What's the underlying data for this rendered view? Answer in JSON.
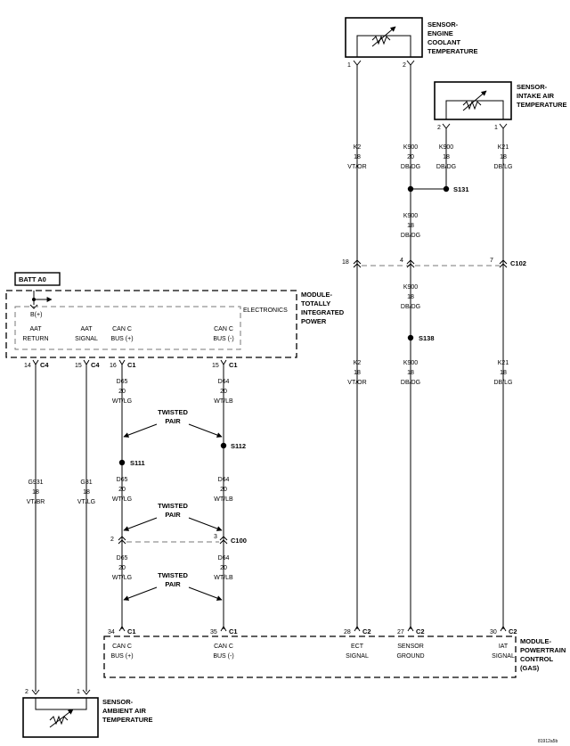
{
  "sensors": {
    "ect": [
      "SENSOR-",
      "ENGINE",
      "COOLANT",
      "TEMPERATURE"
    ],
    "iat": [
      "SENSOR-",
      "INTAKE AIR",
      "TEMPERATURE"
    ],
    "aat": [
      "SENSOR-",
      "AMBIENT AIR",
      "TEMPERATURE"
    ]
  },
  "modules": {
    "tipm": [
      "MODULE-",
      "TOTALLY",
      "INTEGRATED",
      "POWER"
    ],
    "pcm": [
      "MODULE-",
      "POWERTRAIN",
      "CONTROL",
      "(GAS)"
    ]
  },
  "batt": "BATT A0",
  "b_plus": "B(+)",
  "electronics": "ELECTRONICS",
  "tipm_pins": [
    {
      "l1": "AAT",
      "l2": "RETURN",
      "pin": "14",
      "conn": "C4"
    },
    {
      "l1": "AAT",
      "l2": "SIGNAL",
      "pin": "15",
      "conn": "C4"
    },
    {
      "l1": "CAN C",
      "l2": "BUS (+)",
      "pin": "16",
      "conn": "C1"
    },
    {
      "l1": "CAN C",
      "l2": "BUS (-)",
      "pin": "15",
      "conn": "C1"
    }
  ],
  "pcm_pins": [
    {
      "l1": "CAN C",
      "l2": "BUS (+)",
      "pin": "34",
      "conn": "C1"
    },
    {
      "l1": "CAN C",
      "l2": "BUS (-)",
      "pin": "35",
      "conn": "C1"
    },
    {
      "l1": "ECT",
      "l2": "SIGNAL",
      "pin": "28",
      "conn": "C2"
    },
    {
      "l1": "SENSOR",
      "l2": "GROUND",
      "pin": "27",
      "conn": "C2"
    },
    {
      "l1": "IAT",
      "l2": "SIGNAL",
      "pin": "30",
      "conn": "C2"
    }
  ],
  "sensor_pins": {
    "ect": [
      "1",
      "2"
    ],
    "iat": [
      "2",
      "1"
    ],
    "aat": [
      "2",
      "1"
    ]
  },
  "wires": [
    {
      "code": "K2",
      "gauge": "18",
      "color": "VT/OR"
    },
    {
      "code": "K900",
      "gauge": "20",
      "color": "DB/DG"
    },
    {
      "code": "K900",
      "gauge": "18",
      "color": "DB/DG"
    },
    {
      "code": "K21",
      "gauge": "18",
      "color": "DB/LG"
    },
    {
      "code": "K900",
      "gauge": "18",
      "color": "DB/DG"
    },
    {
      "code": "K900",
      "gauge": "18",
      "color": "DB/DG"
    },
    {
      "code": "K2",
      "gauge": "18",
      "color": "VT/OR"
    },
    {
      "code": "K900",
      "gauge": "18",
      "color": "DB/DG"
    },
    {
      "code": "K21",
      "gauge": "18",
      "color": "DB/LG"
    },
    {
      "code": "D65",
      "gauge": "20",
      "color": "WT/LG"
    },
    {
      "code": "D64",
      "gauge": "20",
      "color": "WT/LB"
    },
    {
      "code": "D65",
      "gauge": "20",
      "color": "WT/LG"
    },
    {
      "code": "D64",
      "gauge": "20",
      "color": "WT/LB"
    },
    {
      "code": "D65",
      "gauge": "20",
      "color": "WT/LG"
    },
    {
      "code": "D64",
      "gauge": "20",
      "color": "WT/LB"
    },
    {
      "code": "G931",
      "gauge": "18",
      "color": "VT/BR"
    },
    {
      "code": "G31",
      "gauge": "18",
      "color": "VT/LG"
    }
  ],
  "splices": [
    "S131",
    "S138",
    "S111",
    "S112"
  ],
  "connectors": {
    "c102": {
      "name": "C102",
      "pins": [
        "18",
        "4",
        "7"
      ]
    },
    "c100": {
      "name": "C100",
      "pins": [
        "2",
        "3"
      ]
    }
  },
  "twisted_pair": [
    "TWISTED",
    "PAIR"
  ],
  "figure_id": "81912a5b"
}
